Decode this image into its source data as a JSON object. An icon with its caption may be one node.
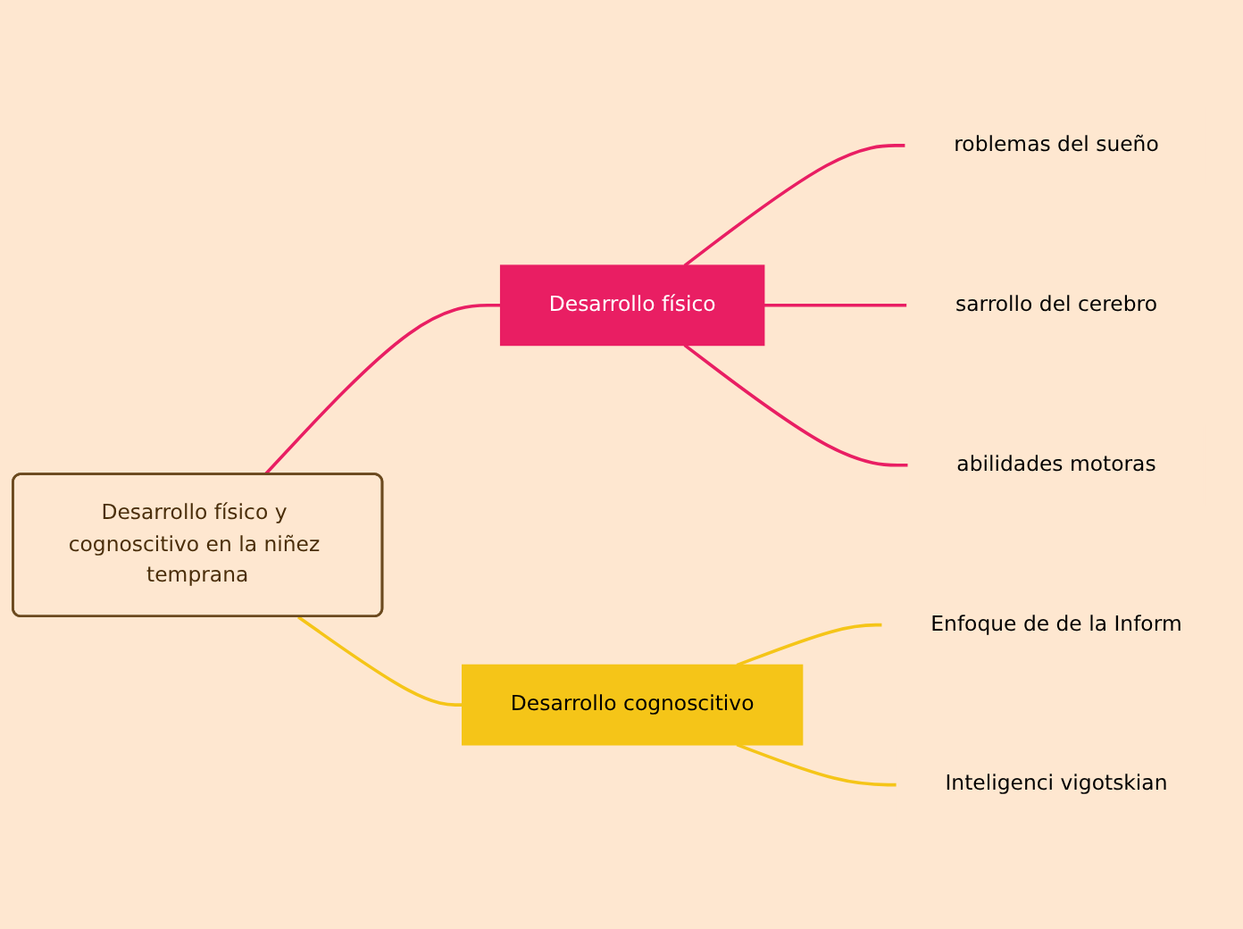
{
  "diagram": {
    "nodes": [
      {
        "text": [
          "Desarrollo físico y cognoscitivo en la niñez temprana"
        ]
      },
      {
        "text": [
          "Desarrollo físico"
        ]
      },
      {
        "text": [
          "Desarrollo cognoscitivo"
        ]
      },
      {
        "text": [
          "roblemas del sueño"
        ]
      },
      {
        "text": [
          "sarrollo del cerebro"
        ]
      },
      {
        "text": [
          "abilidades motoras"
        ]
      },
      {
        "text": [
          "Enfoque de de la Inform"
        ]
      },
      {
        "text": [
          "Inteligenci vigotskian"
        ]
      }
    ],
    "edges": [
      {
        "from": 0,
        "to": 1,
        "arrow": "none"
      },
      {
        "from": 0,
        "to": 2,
        "arrow": "none",
        "color": "#f5c518"
      },
      {
        "from": 1,
        "to": 3,
        "arrow": "none"
      },
      {
        "from": 1,
        "to": 4,
        "arrow": "none"
      },
      {
        "from": 1,
        "to": 5,
        "arrow": "none"
      },
      {
        "from": 2,
        "to": 6,
        "arrow": "none",
        "color": "#f5c518"
      },
      {
        "from": 2,
        "to": 7,
        "arrow": "none",
        "color": "#f5c518"
      }
    ]
  }
}
